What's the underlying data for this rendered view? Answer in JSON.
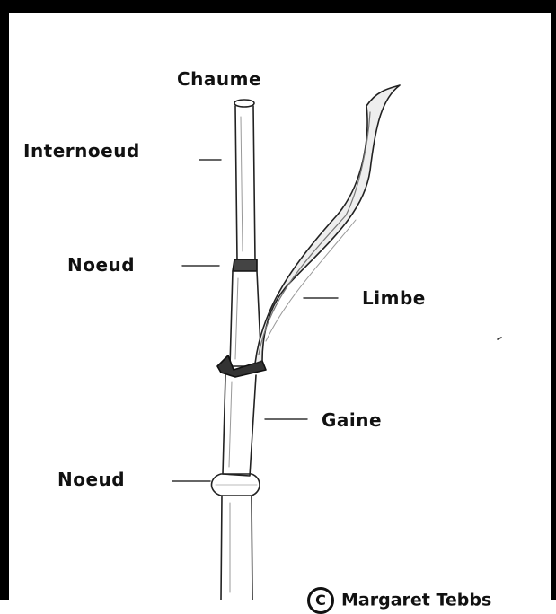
{
  "labels": {
    "chaume": "Chaume",
    "internoeud": "Internoeud",
    "noeud_top": "Noeud",
    "limbe": "Limbe",
    "gaine": "Gaine",
    "noeud_bottom": "Noeud"
  },
  "credit": {
    "symbol": "C",
    "author": "Margaret Tebbs"
  }
}
